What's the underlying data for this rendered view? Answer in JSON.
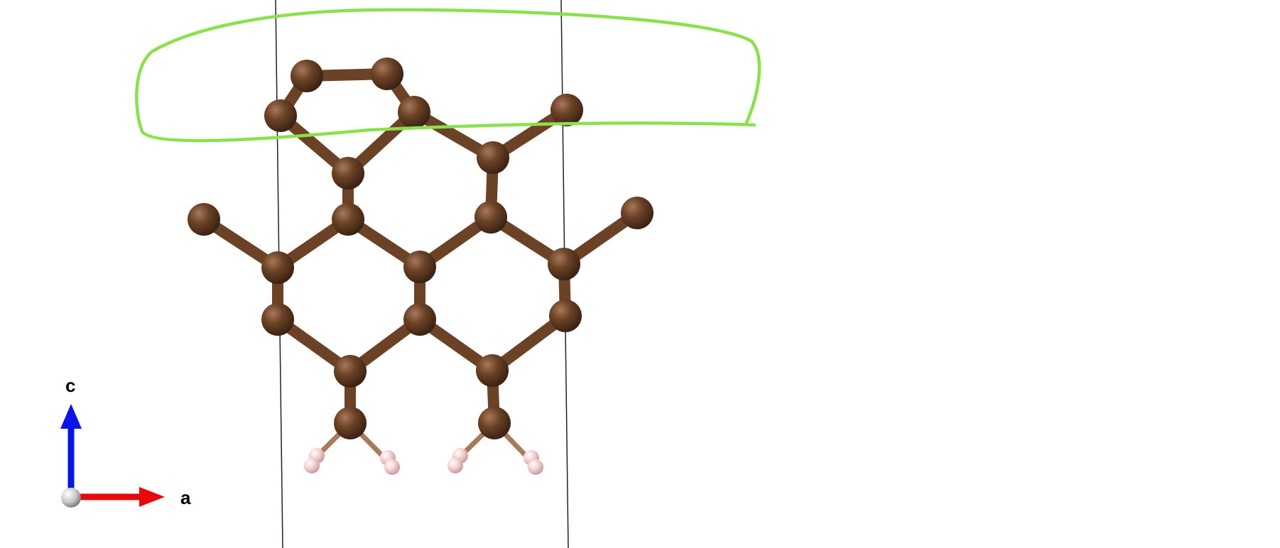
{
  "axes": {
    "c_label": "c",
    "a_label": "a",
    "c_color": "#0a14e6",
    "a_color": "#e60a0a",
    "origin_color": "#cfcfcf"
  },
  "atoms": {
    "carbon_color": "#6b4226",
    "hydrogen_color": "#f5c6c6"
  },
  "annotation": {
    "stroke_color": "#8be04e",
    "shape": "hand-drawn-loop"
  }
}
